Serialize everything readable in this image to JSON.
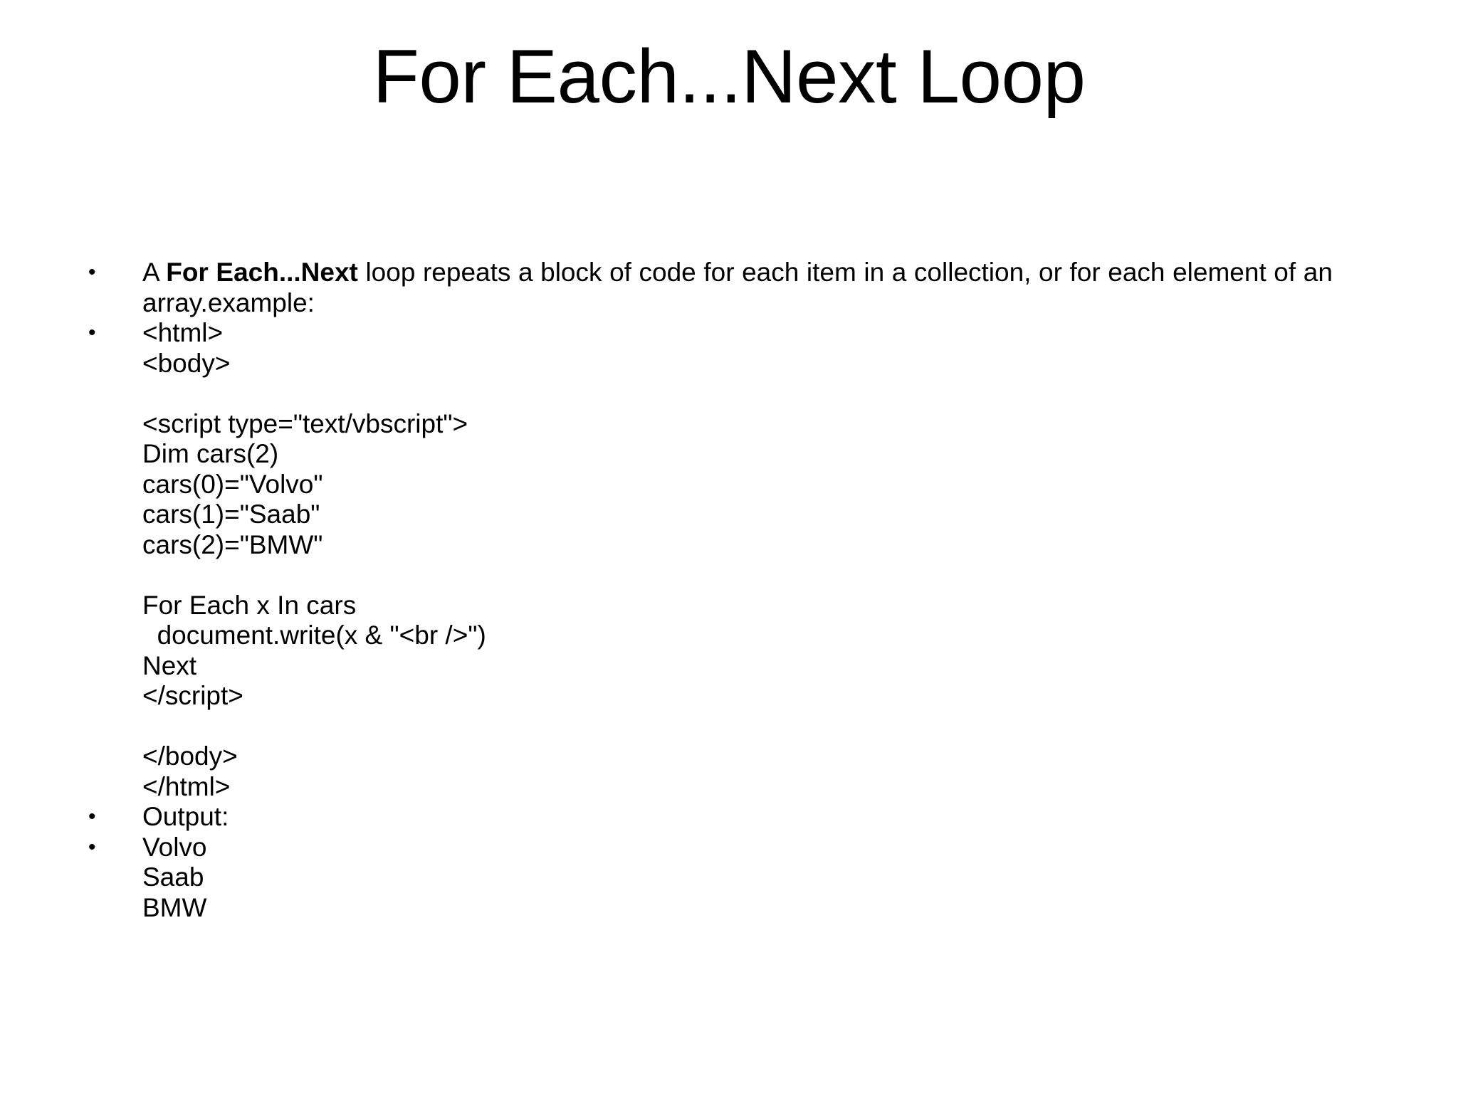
{
  "slide": {
    "title": "For Each...Next Loop",
    "background_color": "#ffffff",
    "text_color": "#000000",
    "bullet_glyph": "•",
    "bullets": [
      {
        "id": "intro",
        "marker": "•",
        "text_before_bold": "A ",
        "bold_text": "For Each...Next",
        "text_after_bold": " loop repeats a block of code for each item in a collection, or for each element of an array.example:"
      },
      {
        "id": "code-example",
        "marker": "•",
        "code": "<html>\n<body>\n\n<script type=\"text/vbscript\">\nDim cars(2)\ncars(0)=\"Volvo\"\ncars(1)=\"Saab\"\ncars(2)=\"BMW\"\n\nFor Each x In cars\n  document.write(x & \"<br />\")\nNext\n</script>\n\n</body>\n</html>"
      },
      {
        "id": "output-label",
        "marker": "•",
        "code": "Output:"
      },
      {
        "id": "output-values",
        "marker": "•",
        "code": "Volvo\nSaab\nBMW"
      }
    ]
  }
}
